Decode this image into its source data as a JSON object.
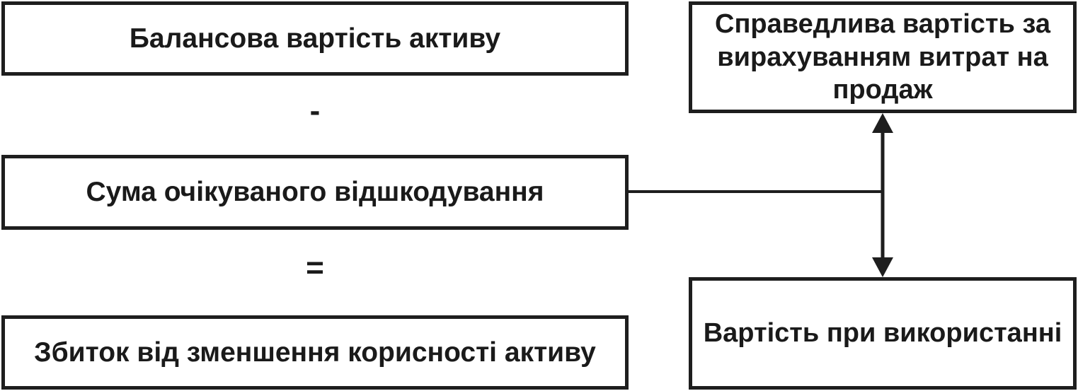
{
  "diagram": {
    "left_column": {
      "carrying_amount": "Балансова вартість активу",
      "minus_operator": "-",
      "recoverable_amount": "Сума очікуваного відшкодування",
      "equals_operator": "=",
      "impairment_loss": "Збиток від зменшення корисності активу"
    },
    "right_column": {
      "fair_value": "Справедлива вартість за вирахуванням витрат на продаж",
      "value_in_use": "Вартість при використанні"
    },
    "colors": {
      "stroke": "#1e1e1e",
      "background": "#ffffff",
      "text": "#1a1a1a"
    }
  }
}
